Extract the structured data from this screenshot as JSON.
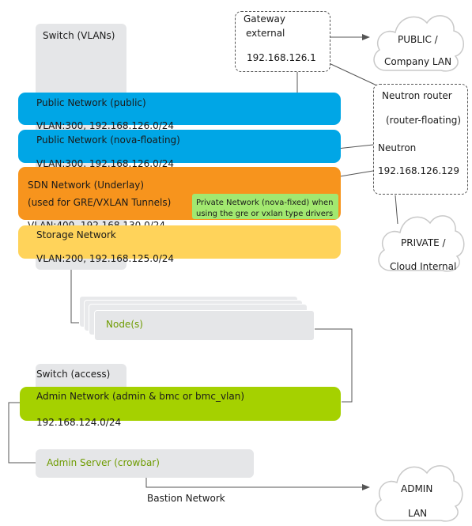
{
  "switch_vlans": {
    "label": "Switch (VLANs)"
  },
  "gateway": {
    "line1": "Gateway",
    "line2": "external",
    "ip": "192.168.126.1"
  },
  "public_cloud": {
    "line1": "PUBLIC /",
    "line2": "Company LAN"
  },
  "neutron_router": {
    "line1": "Neutron router",
    "line2": "(router-floating)",
    "line3": "Neutron",
    "ip": "192.168.126.129"
  },
  "private_cloud": {
    "line1": "PRIVATE /",
    "line2": "Cloud Internal"
  },
  "networks": {
    "public": {
      "name": "Public Network (public)",
      "vlan": "VLAN:300, 192.168.126.0/24"
    },
    "nova_floating": {
      "name": "Public Network (nova-floating)",
      "vlan": "VLAN:300, 192.168.126.0/24"
    },
    "sdn": {
      "name": "SDN Network (Underlay)",
      "detail": "(used for GRE/VXLAN Tunnels)",
      "vlan": "VLAN:400, 192.168.130.0/24"
    },
    "private_fixed": {
      "line1": "Private Network (nova-fixed) when",
      "line2": "using the gre or vxlan type drivers"
    },
    "storage": {
      "name": "Storage Network",
      "vlan": "VLAN:200, 192.168.125.0/24"
    },
    "admin": {
      "name": "Admin Network (admin & bmc or bmc_vlan)",
      "subnet": "192.168.124.0/24"
    }
  },
  "nodes": {
    "label": "Node(s)"
  },
  "switch_access": {
    "label": "Switch (access)"
  },
  "admin_server": {
    "label": "Admin Server (crowbar)"
  },
  "bastion": {
    "label": "Bastion Network"
  },
  "admin_cloud": {
    "line1": "ADMIN",
    "line2": "LAN"
  }
}
